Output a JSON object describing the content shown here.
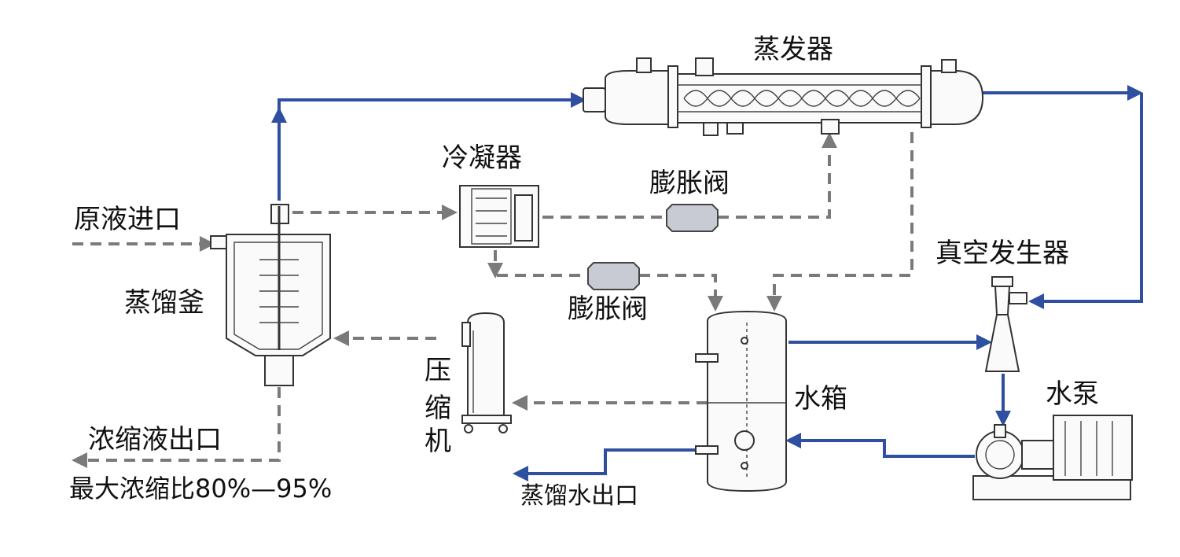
{
  "labels": {
    "evaporator": "蒸发器",
    "condenser": "冷凝器",
    "expansion_valve_1": "膨胀阀",
    "expansion_valve_2": "膨胀阀",
    "raw_liquid_inlet": "原液进口",
    "still": "蒸馏釜",
    "vacuum_generator": "真空发生器",
    "compressor_line1": "压",
    "compressor_line2": "缩",
    "compressor_line3": "机",
    "water_tank": "水箱",
    "water_pump": "水泵",
    "concentrate_outlet": "浓缩液出口",
    "max_concentration": "最大浓缩比80%—95%",
    "distilled_water_outlet": "蒸馏水出口"
  },
  "colors": {
    "process_line": "#2f4fa0",
    "refrigerant_line": "#7a7a7a"
  }
}
